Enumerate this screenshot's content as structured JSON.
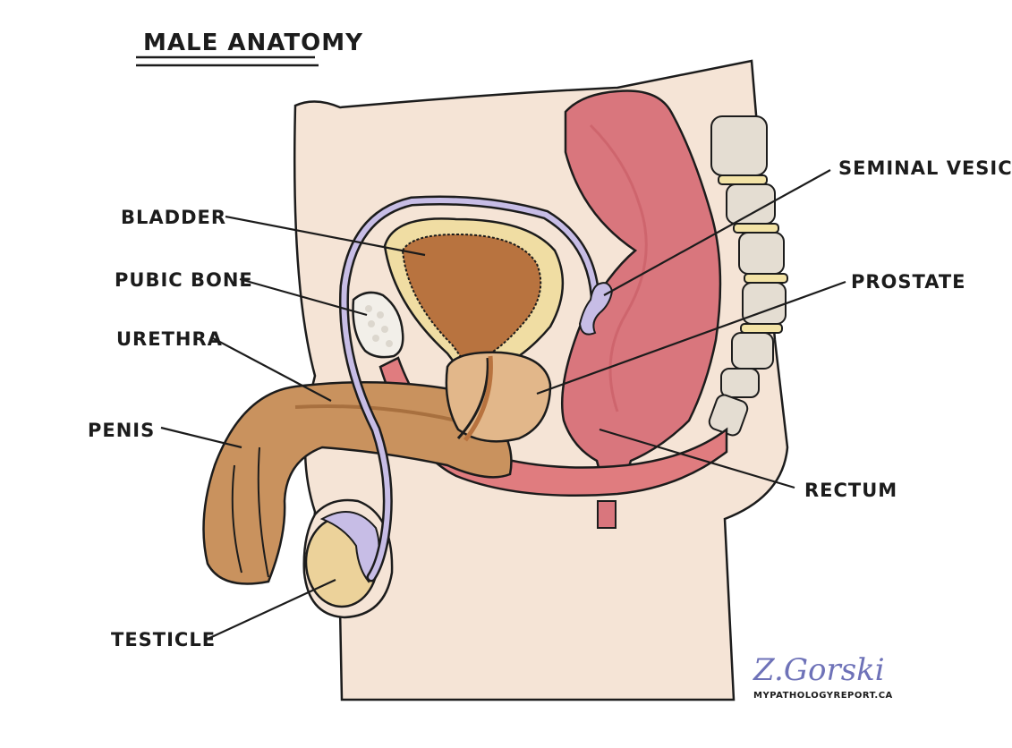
{
  "title": "MALE ANATOMY",
  "labels": {
    "bladder": "BLADDER",
    "pubic_bone": "PUBIC BONE",
    "urethra": "URETHRA",
    "penis": "PENIS",
    "testicle": "TESTICLE",
    "seminal_vesicle": "SEMINAL VESICLE",
    "prostate": "PROSTATE",
    "rectum": "RECTUM"
  },
  "credit": {
    "signature": "Z.Gorski",
    "site": "MYPATHOLOGYREPORT.CA"
  },
  "colors": {
    "skin": "#f5e4d6",
    "outline": "#1c1c1c",
    "bladder": "#b8733f",
    "bladder_wall": "#f0dda3",
    "penis": "#c9925e",
    "rectum": "#d9767d",
    "urethra": "#e07c7f",
    "vas_deferens": "#c7bde6",
    "prostate": "#e2b78a",
    "bone": "#e4ddd2",
    "disc": "#f3e3a6",
    "testicle": "#ecd29a",
    "signature": "#6e72b8"
  }
}
